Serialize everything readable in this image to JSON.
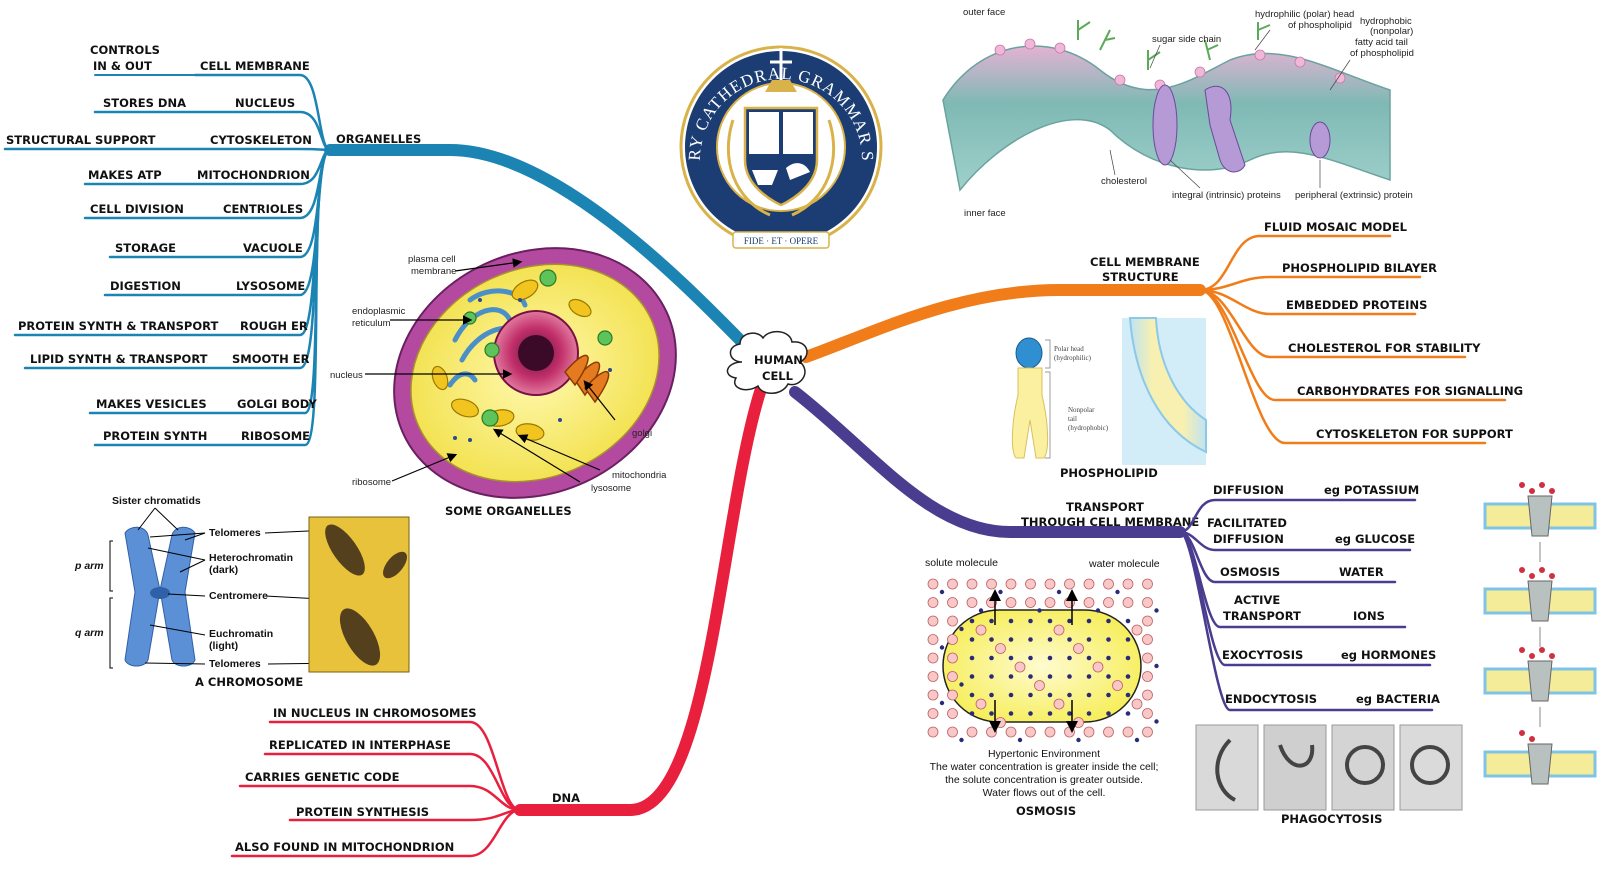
{
  "center": {
    "line1": "HUMAN",
    "line2": "CELL"
  },
  "colors": {
    "organelles": "#1b84b3",
    "membrane": "#f07d1a",
    "transport": "#4a3d8f",
    "dna": "#e8203e"
  },
  "organelles": {
    "label": "ORGANELLES",
    "items": [
      {
        "func1": "CONTROLS",
        "func2": "IN & OUT",
        "name": "CELL MEMBRANE"
      },
      {
        "func1": "STORES DNA",
        "name": "NUCLEUS"
      },
      {
        "func1": "STRUCTURAL SUPPORT",
        "name": "CYTOSKELETON"
      },
      {
        "func1": "MAKES ATP",
        "name": "MITOCHONDRION"
      },
      {
        "func1": "CELL DIVISION",
        "name": "CENTRIOLES"
      },
      {
        "func1": "STORAGE",
        "name": "VACUOLE"
      },
      {
        "func1": "DIGESTION",
        "name": "LYSOSOME"
      },
      {
        "func1": "PROTEIN SYNTH & TRANSPORT",
        "name": "ROUGH ER"
      },
      {
        "func1": "LIPID SYNTH & TRANSPORT",
        "name": "SMOOTH ER"
      },
      {
        "func1": "MAKES VESICLES",
        "name": "GOLGI BODY"
      },
      {
        "func1": "PROTEIN SYNTH",
        "name": "RIBOSOME"
      }
    ]
  },
  "cell_diagram": {
    "caption": "SOME ORGANELLES",
    "labels": {
      "plasma1": "plasma cell",
      "plasma2": "membrane",
      "er1": "endoplasmic",
      "er2": "reticulum",
      "nucleus": "nucleus",
      "golgi": "golgi",
      "mito": "mitochondria",
      "lyso": "lysosome",
      "ribo": "ribosome"
    }
  },
  "chromosome": {
    "caption": "A CHROMOSOME",
    "sister": "Sister chromatids",
    "telomeres": "Telomeres",
    "hetero1": "Heterochromatin",
    "hetero2": "(dark)",
    "centromere": "Centromere",
    "eu1": "Euchromatin",
    "eu2": "(light)",
    "telomeres2": "Telomeres",
    "parm": "p arm",
    "qarm": "q arm"
  },
  "dna": {
    "label": "DNA",
    "items": [
      "IN NUCLEUS IN CHROMOSOMES",
      "REPLICATED IN INTERPHASE",
      "CARRIES GENETIC CODE",
      "PROTEIN SYNTHESIS",
      "ALSO FOUND IN MITOCHONDRION"
    ]
  },
  "logo": {
    "top_text": "BUNBURY CATHEDRAL GRAMMAR SCHOOL",
    "motto": "FIDE · ET · OPERE"
  },
  "membrane_img": {
    "outer": "outer face",
    "inner": "inner face",
    "sugar": "sugar side chain",
    "hydrophilic1": "hydrophilic (polar) head",
    "hydrophilic2": "of phospholipid",
    "hydrophobic1": "hydrophobic",
    "hydrophobic2": "(nonpolar)",
    "hydrophobic3": "fatty acid tail",
    "hydrophobic4": "of phospholipid",
    "cholesterol": "cholesterol",
    "integral": "integral (intrinsic) proteins",
    "peripheral": "peripheral (extrinsic) protein"
  },
  "membrane_structure": {
    "label1": "CELL MEMBRANE",
    "label2": "STRUCTURE",
    "items": [
      "FLUID MOSAIC MODEL",
      "PHOSPHOLIPID BILAYER",
      "EMBEDDED PROTEINS",
      "CHOLESTEROL FOR STABILITY",
      "CARBOHYDRATES FOR SIGNALLING",
      "CYTOSKELETON FOR SUPPORT"
    ]
  },
  "phospholipid": {
    "caption": "PHOSPHOLIPID",
    "head1": "Polar head",
    "head2": "(hydrophilic)",
    "tail1": "Nonpolar",
    "tail2": "tail",
    "tail3": "(hydrophobic)"
  },
  "transport": {
    "label1": "TRANSPORT",
    "label2": "THROUGH CELL MEMBRANE",
    "items": [
      {
        "name1": "DIFFUSION",
        "eg": "eg POTASSIUM"
      },
      {
        "name1": "FACILITATED",
        "name2": "DIFFUSION",
        "eg": "eg GLUCOSE"
      },
      {
        "name1": "OSMOSIS",
        "eg": "WATER"
      },
      {
        "name1": "ACTIVE",
        "name2": "TRANSPORT",
        "eg": "IONS"
      },
      {
        "name1": "EXOCYTOSIS",
        "eg": "eg HORMONES"
      },
      {
        "name1": "ENDOCYTOSIS",
        "eg": "eg BACTERIA"
      }
    ]
  },
  "osmosis": {
    "solute": "solute molecule",
    "water": "water molecule",
    "line1": "Hypertonic Environment",
    "line2": "The water concentration is greater inside the cell;",
    "line3": "the solute concentration is greater outside.",
    "line4": "Water flows out of the cell.",
    "caption": "OSMOSIS"
  },
  "phagocytosis": {
    "caption": "PHAGOCYTOSIS"
  }
}
